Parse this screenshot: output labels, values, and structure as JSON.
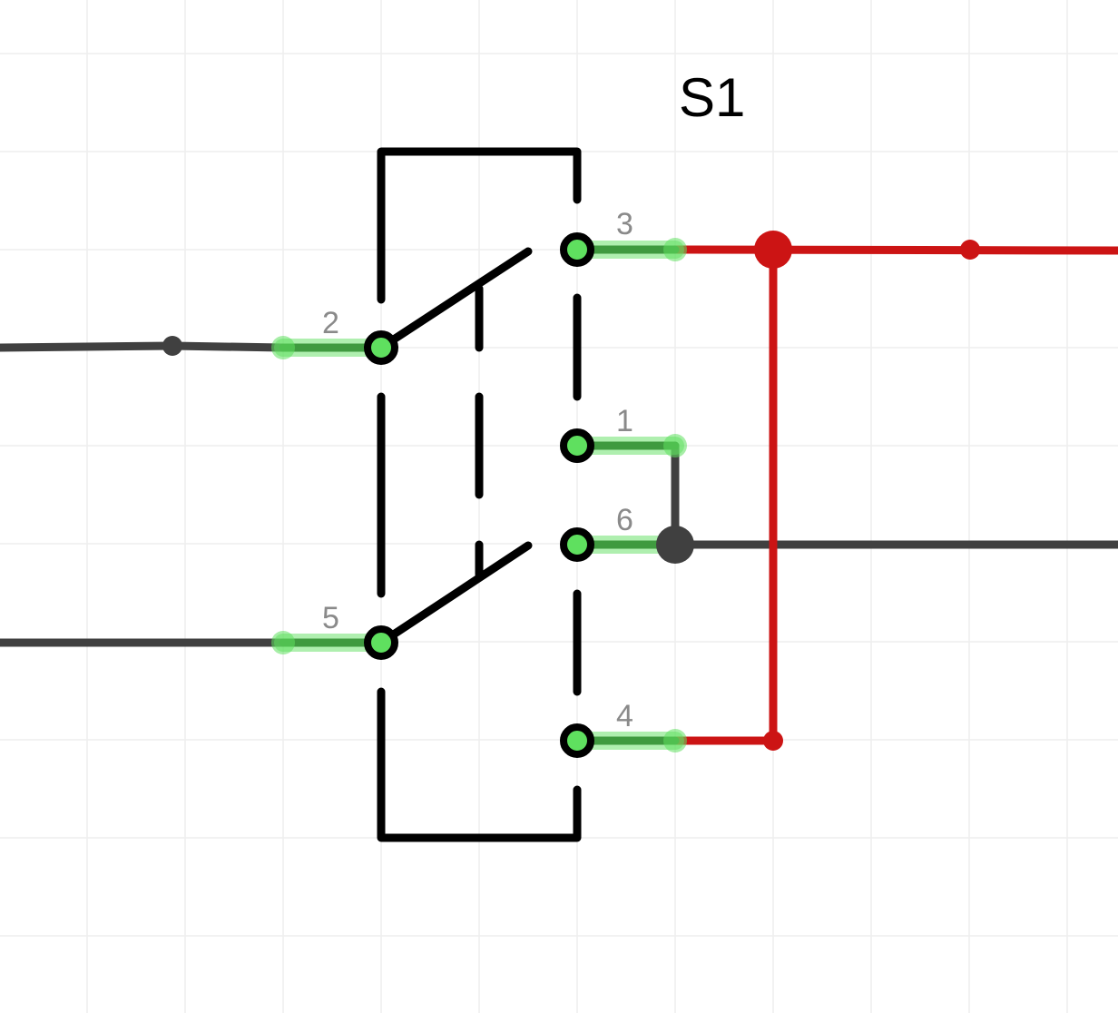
{
  "component": {
    "designator": "S1",
    "pins": [
      {
        "number": "3",
        "role": "throw"
      },
      {
        "number": "2",
        "role": "common"
      },
      {
        "number": "1",
        "role": "throw"
      },
      {
        "number": "6",
        "role": "throw"
      },
      {
        "number": "5",
        "role": "common"
      },
      {
        "number": "4",
        "role": "throw"
      }
    ]
  },
  "colors": {
    "background": "#ffffff",
    "grid": "#eeeeee",
    "symbol": "#000000",
    "wire_gray": "#404040",
    "wire_red": "#cc1414",
    "pin_highlight": "#5fe05f",
    "pin_stub": "#3f9a3f",
    "pin_label": "#8a8a8a"
  }
}
